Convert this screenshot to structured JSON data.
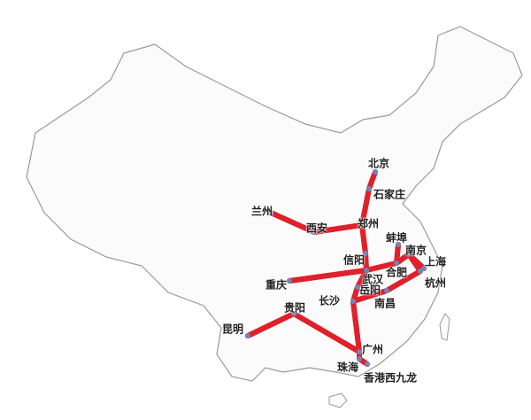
{
  "colors": {
    "rail": "#e0202a",
    "rail_inner": "#ffffff",
    "node": "#6f86b8",
    "border": "#9a9a9a"
  },
  "cities": [
    {
      "id": "beijing",
      "name": "北京"
    },
    {
      "id": "shijiazhuang",
      "name": "石家庄"
    },
    {
      "id": "lanzhou",
      "name": "兰州"
    },
    {
      "id": "xian",
      "name": "西安"
    },
    {
      "id": "zhengzhou",
      "name": "郑州"
    },
    {
      "id": "bengbu",
      "name": "蚌埠"
    },
    {
      "id": "nanjing",
      "name": "南京"
    },
    {
      "id": "shanghai",
      "name": "上海"
    },
    {
      "id": "xinyang",
      "name": "信阳"
    },
    {
      "id": "hefei",
      "name": "合肥"
    },
    {
      "id": "wuhan",
      "name": "武汉"
    },
    {
      "id": "hangzhou",
      "name": "杭州"
    },
    {
      "id": "chongqing",
      "name": "重庆"
    },
    {
      "id": "yueyang",
      "name": "岳阳"
    },
    {
      "id": "changsha",
      "name": "长沙"
    },
    {
      "id": "nanchang",
      "name": "南昌"
    },
    {
      "id": "guiyang",
      "name": "贵阳"
    },
    {
      "id": "kunming",
      "name": "昆明"
    },
    {
      "id": "guangzhou",
      "name": "广州"
    },
    {
      "id": "zhuhai",
      "name": "珠海"
    },
    {
      "id": "hongkong",
      "name": "香港西九龙"
    }
  ]
}
